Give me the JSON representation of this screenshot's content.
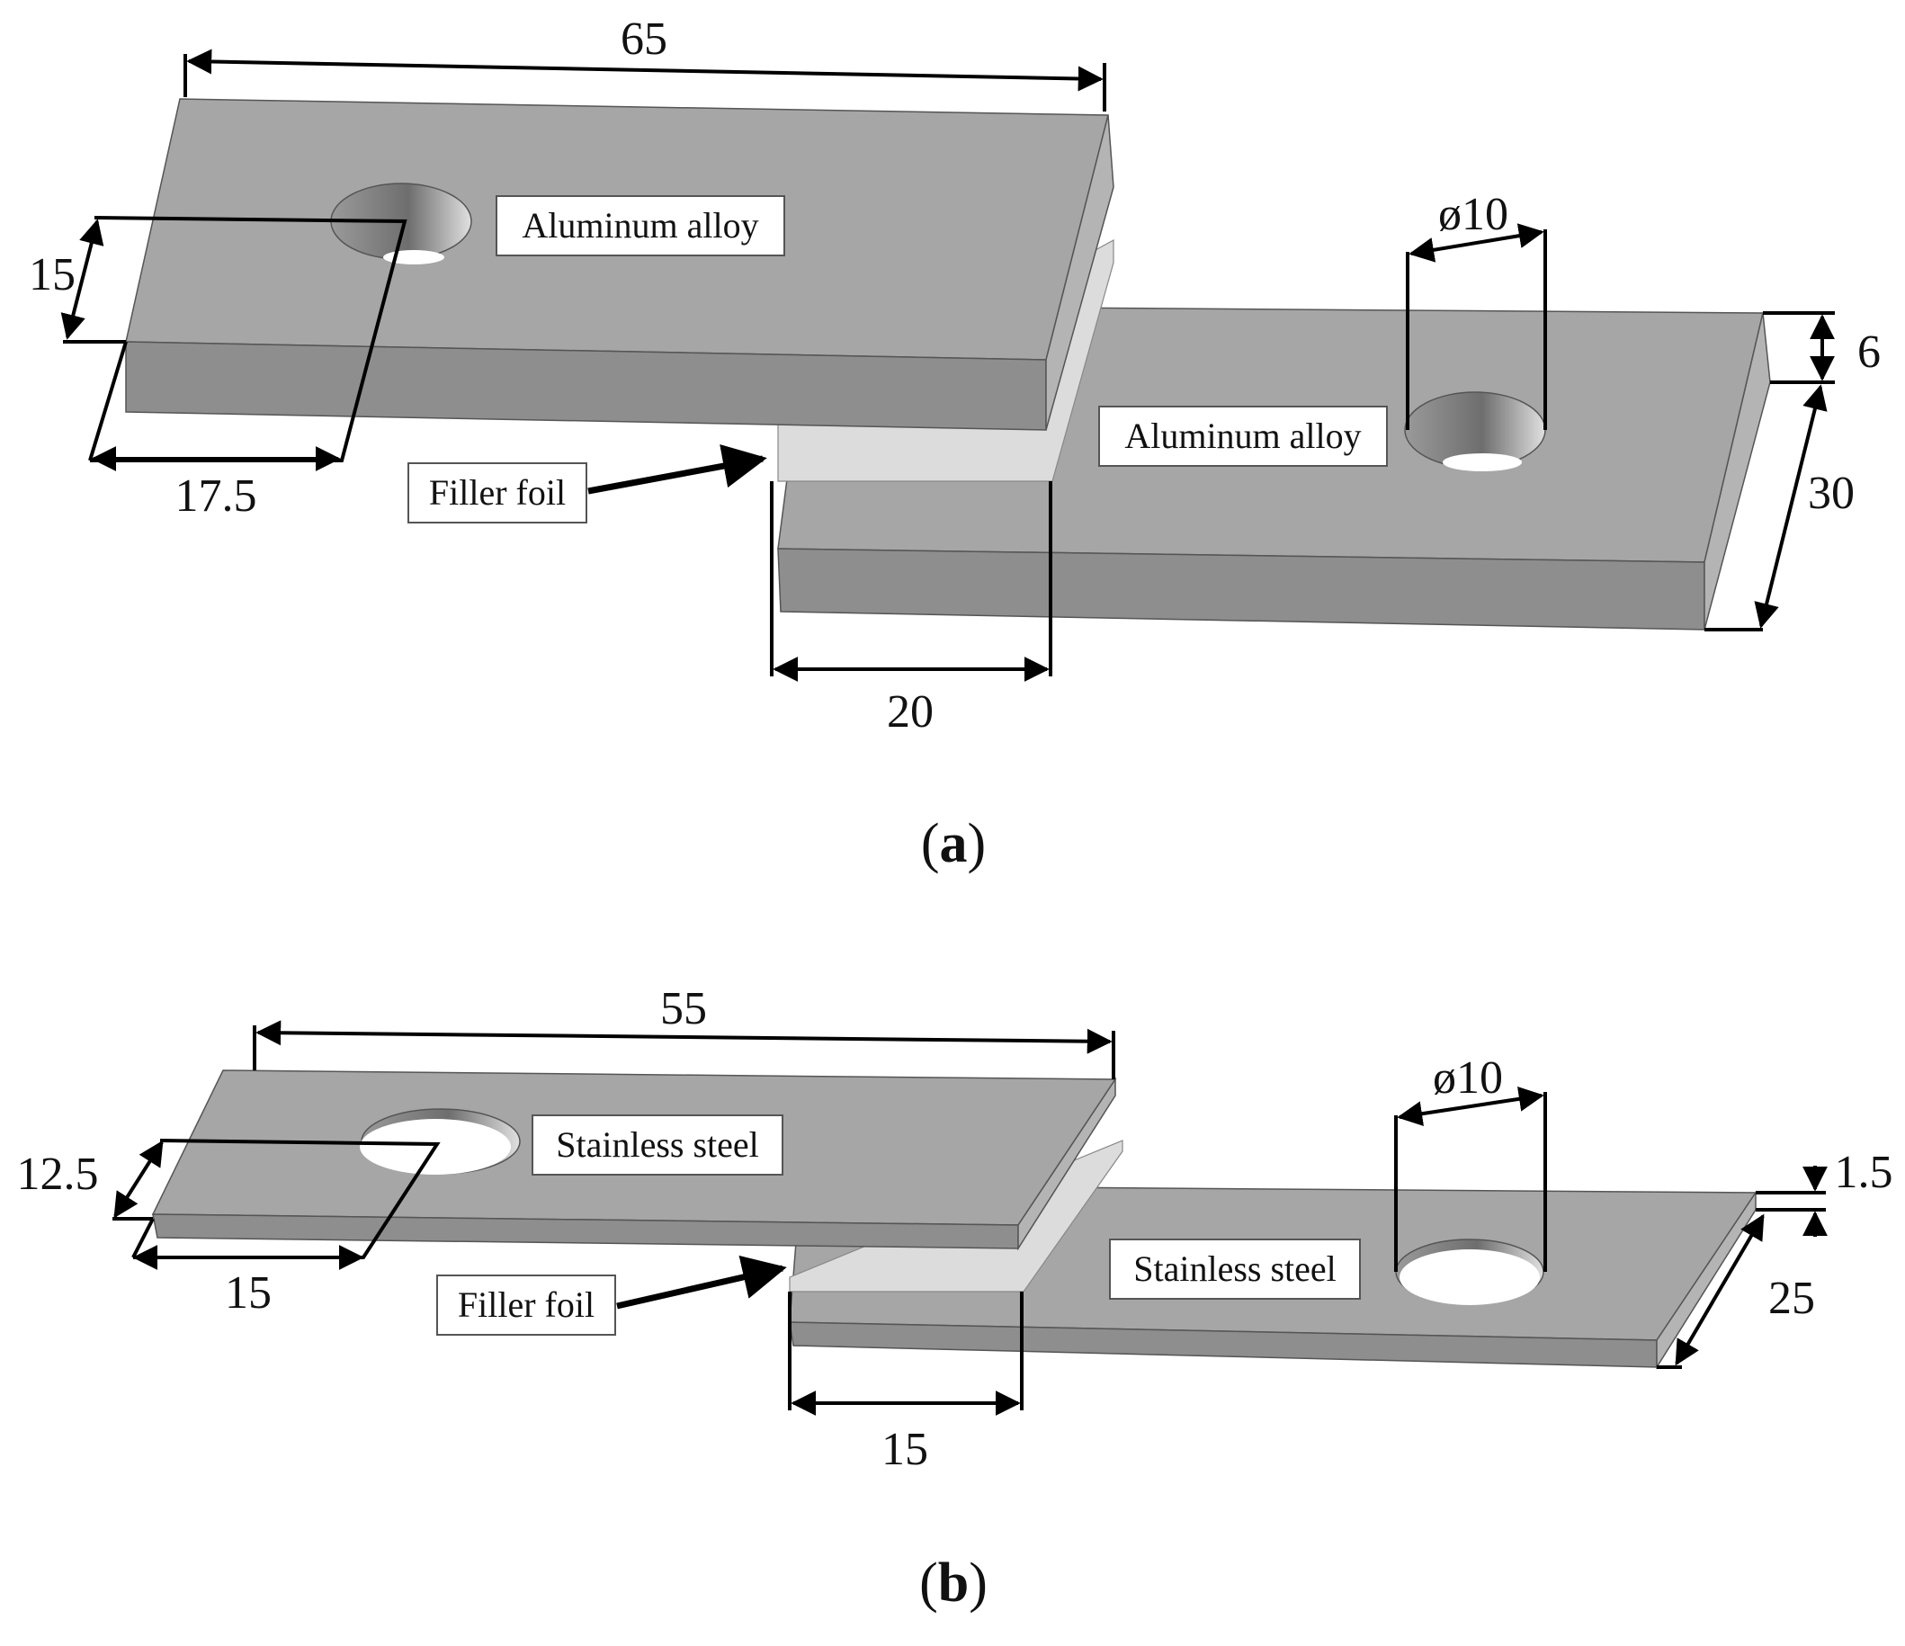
{
  "panel_a": {
    "caption_open": "(",
    "caption_letter": "a",
    "caption_close": ")",
    "top_plate_label": "Aluminum alloy",
    "bottom_plate_label": "Aluminum alloy",
    "filler_label": "Filler foil",
    "dim_length": "65",
    "dim_hole_y": "15",
    "dim_hole_x": "17.5",
    "dim_overlap": "20",
    "dim_diameter": "ø10",
    "dim_thickness": "6",
    "dim_width": "30"
  },
  "panel_b": {
    "caption_open": "(",
    "caption_letter": "b",
    "caption_close": ")",
    "top_plate_label": "Stainless steel",
    "bottom_plate_label": "Stainless steel",
    "filler_label": "Filler foil",
    "dim_length": "55",
    "dim_hole_y": "12.5",
    "dim_hole_x": "15",
    "dim_overlap": "15",
    "dim_diameter": "ø10",
    "dim_thickness": "1.5",
    "dim_width": "25"
  },
  "colors": {
    "plate_top": "#a6a6a6",
    "plate_side": "#8e8e8e",
    "foil": "#dcdcdc",
    "line": "#000000"
  }
}
